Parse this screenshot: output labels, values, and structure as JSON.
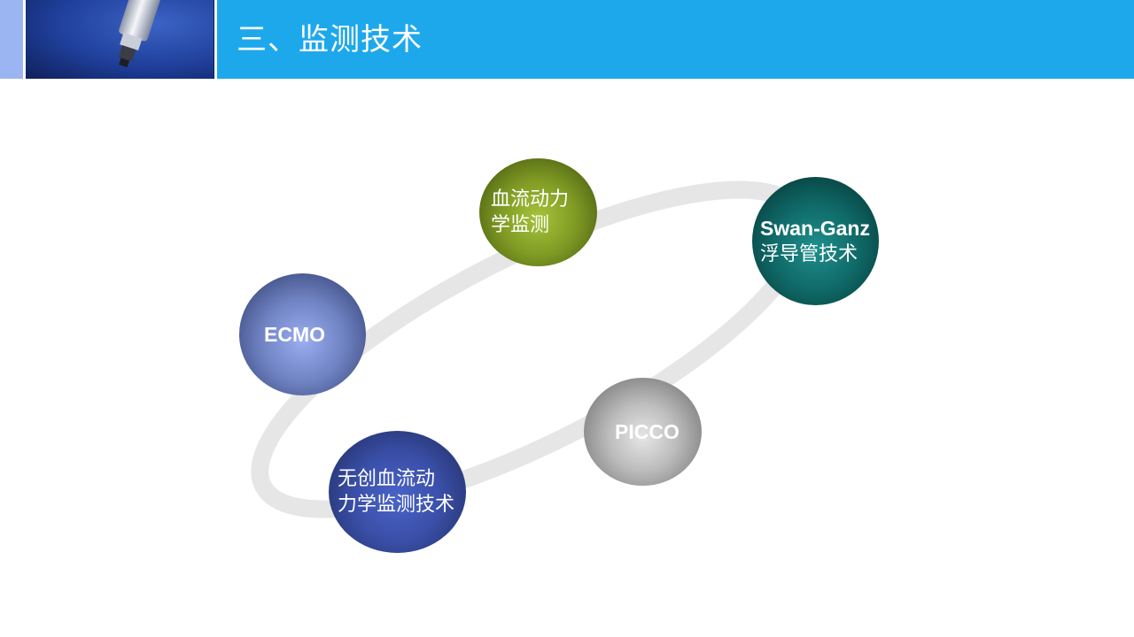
{
  "header": {
    "title": "三、监测技术",
    "bar_color": "#1ea8ec",
    "accent_color": "#9bb4f2",
    "photo_icon": "syringe-photo"
  },
  "diagram": {
    "orbit_color": "#e8e8e8",
    "nodes": [
      {
        "id": "hemodynamics",
        "lines": [
          "血流动力",
          "学监测"
        ],
        "color": "#7f9b24"
      },
      {
        "id": "swan-ganz",
        "lines": [
          "Swan-Ganz",
          "浮导管技术"
        ],
        "color": "#0f6a68"
      },
      {
        "id": "ecmo",
        "lines": [
          "ECMO"
        ],
        "color": "#6f82c2"
      },
      {
        "id": "picco",
        "lines": [
          "PICCO"
        ],
        "color": "#bdbdbd"
      },
      {
        "id": "noninvasive",
        "lines": [
          "无创血流动",
          "力学监测技术"
        ],
        "color": "#3a4fa8"
      }
    ]
  }
}
